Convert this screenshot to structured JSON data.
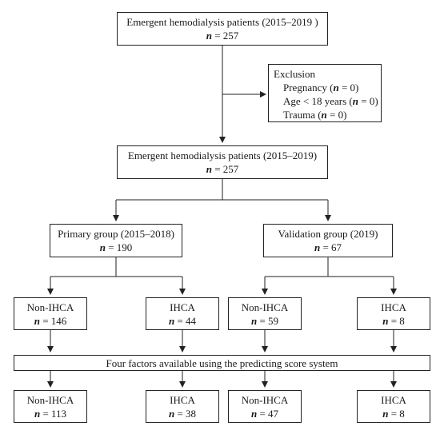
{
  "boxes": {
    "top": {
      "label": "Emergent hemodialysis patients (2015–2019 )",
      "n_prefix": "n",
      "n_value": " = 257"
    },
    "exclusion": {
      "title": "Exclusion",
      "items": [
        {
          "label": "Pregnancy (",
          "n_value": " = 0)"
        },
        {
          "label": "Age < 18 years (",
          "n_value": " = 0)"
        },
        {
          "label": "Trauma (",
          "n_value": " = 0)"
        }
      ]
    },
    "mid": {
      "label": "Emergent hemodialysis patients (2015–2019)",
      "n_prefix": "n",
      "n_value": " = 257"
    },
    "primary": {
      "label": "Primary group (2015–2018)",
      "n_prefix": "n",
      "n_value": " = 190"
    },
    "validation": {
      "label": "Validation group (2019)",
      "n_prefix": "n",
      "n_value": " = 67"
    },
    "p_non": {
      "label": "Non-IHCA",
      "n_prefix": "n",
      "n_value": " = 146"
    },
    "p_ihca": {
      "label": "IHCA",
      "n_prefix": "n",
      "n_value": " = 44"
    },
    "v_non": {
      "label": "Non-IHCA",
      "n_prefix": "n",
      "n_value": " = 59"
    },
    "v_ihca": {
      "label": "IHCA",
      "n_prefix": "n",
      "n_value": " = 8"
    },
    "factors": {
      "label": "Four factors available using the predicting score system"
    },
    "f_p_non": {
      "label": "Non-IHCA",
      "n_prefix": "n",
      "n_value": " = 113"
    },
    "f_p_ihca": {
      "label": "IHCA",
      "n_prefix": "n",
      "n_value": " = 38"
    },
    "f_v_non": {
      "label": "Non-IHCA",
      "n_prefix": "n",
      "n_value": " = 47"
    },
    "f_v_ihca": {
      "label": "IHCA",
      "n_prefix": "n",
      "n_value": " = 8"
    }
  }
}
